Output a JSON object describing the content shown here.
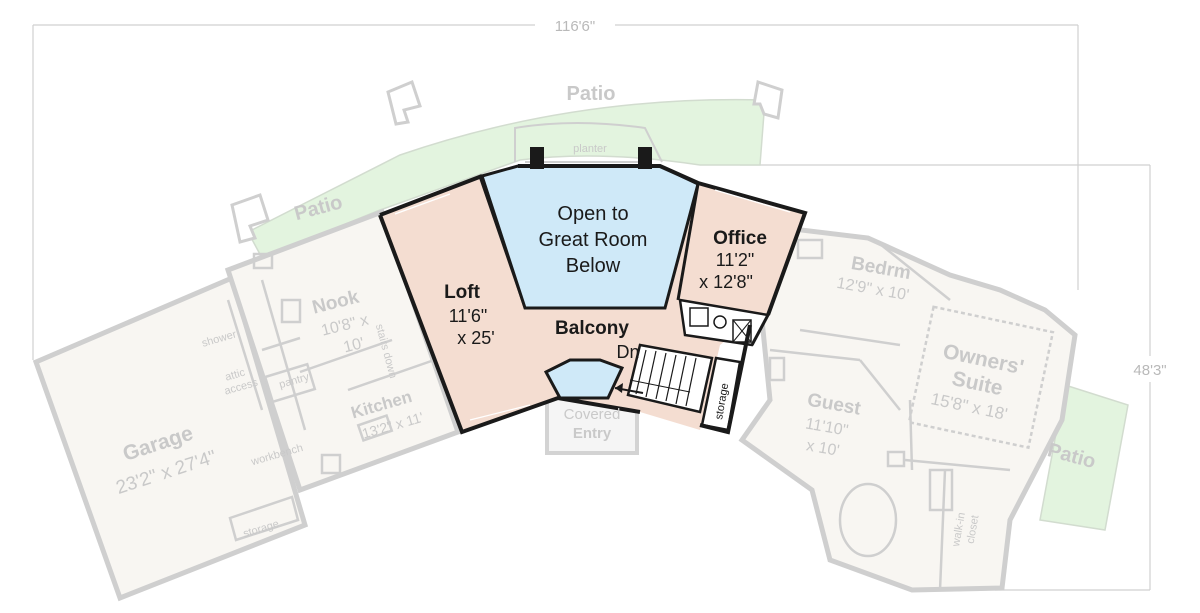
{
  "dimensions": {
    "width": "116'6\"",
    "depth": "48'3\""
  },
  "upper_floor": {
    "loft": {
      "name": "Loft",
      "size_line1": "11'6\"",
      "size_line2": "x 25'"
    },
    "open_to_below": {
      "line1": "Open to",
      "line2": "Great Room",
      "line3": "Below"
    },
    "office": {
      "name": "Office",
      "size_line1": "11'2\"",
      "size_line2": "x 12'8\""
    },
    "balcony": "Balcony",
    "stairs_label": "Dn",
    "storage": "storage"
  },
  "lower_floor": {
    "patio_top": "Patio",
    "patio_left": "Patio",
    "patio_right": "Patio",
    "planter": "planter",
    "nook": {
      "name": "Nook",
      "size_line1": "10'8\" x",
      "size_line2": "10'"
    },
    "kitchen": {
      "name": "Kitchen",
      "size": "13'2\" x 11'"
    },
    "garage": {
      "name": "Garage",
      "size": "23'2\" x 27'4\""
    },
    "shower": "shower",
    "attic_access_line1": "attic",
    "attic_access_line2": "access",
    "pantry": "pantry",
    "workbench": "workbench",
    "storage": "storage",
    "stairs_down": "stairs down",
    "covered_entry_line1": "Covered",
    "covered_entry_line2": "Entry",
    "bedrm": {
      "name": "Bedrm",
      "size": "12'9\" x 10'"
    },
    "guest": {
      "name": "Guest",
      "size_line1": "11'10\"",
      "size_line2": "x 10'"
    },
    "owners_suite": {
      "name_line1": "Owners'",
      "name_line2": "Suite",
      "size": "15'8\" x 18'"
    },
    "walk_in_closet_line1": "walk-in",
    "walk_in_closet_line2": "closet"
  },
  "colors": {
    "loft_fill": "#f4ddd1",
    "open_fill": "#cfe9f8",
    "patio_fill": "#e3f4df",
    "ghost_wall": "#cfcfcf",
    "ghost_text": "#c9c9c9",
    "wall": "#1a1a1a"
  }
}
